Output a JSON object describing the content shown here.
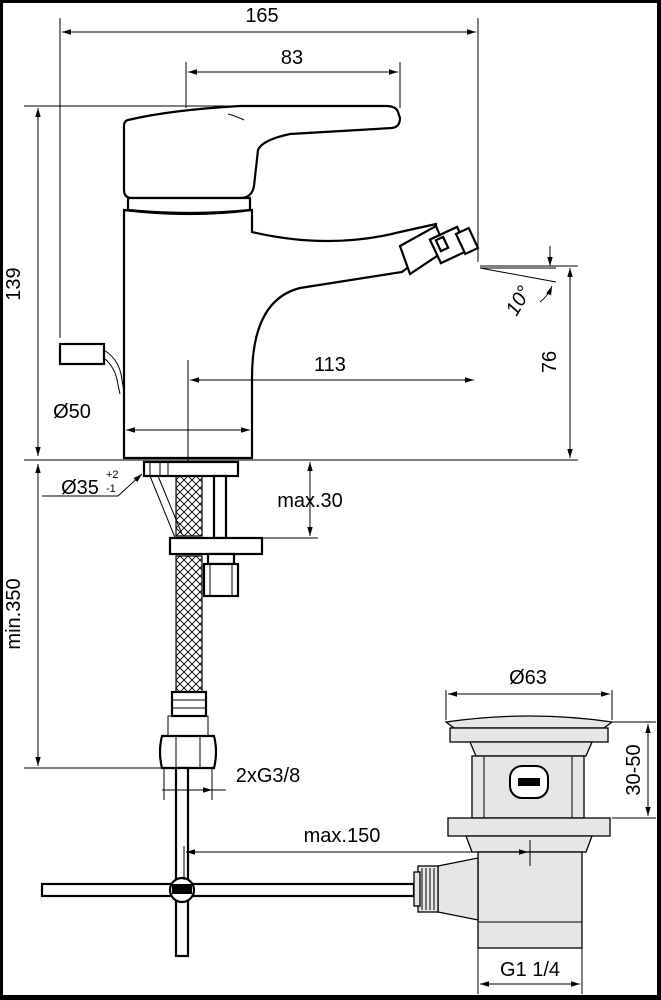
{
  "dimensions": {
    "overall_width": "165",
    "handle_length": "83",
    "overall_height": "139",
    "spout_reach": "113",
    "spout_height": "76",
    "spray_angle": "10°",
    "base_diameter": "Ø50",
    "hole_diameter": "Ø35",
    "hole_tol_upper": "+2",
    "hole_tol_lower": "-1",
    "deck_thickness": "max.30",
    "hose_length": "min.350",
    "connections": "2xG3/8",
    "pop_up_reach": "max.150",
    "waste_diameter": "Ø63",
    "waste_height": "30-50",
    "waste_thread": "G1 1/4"
  }
}
